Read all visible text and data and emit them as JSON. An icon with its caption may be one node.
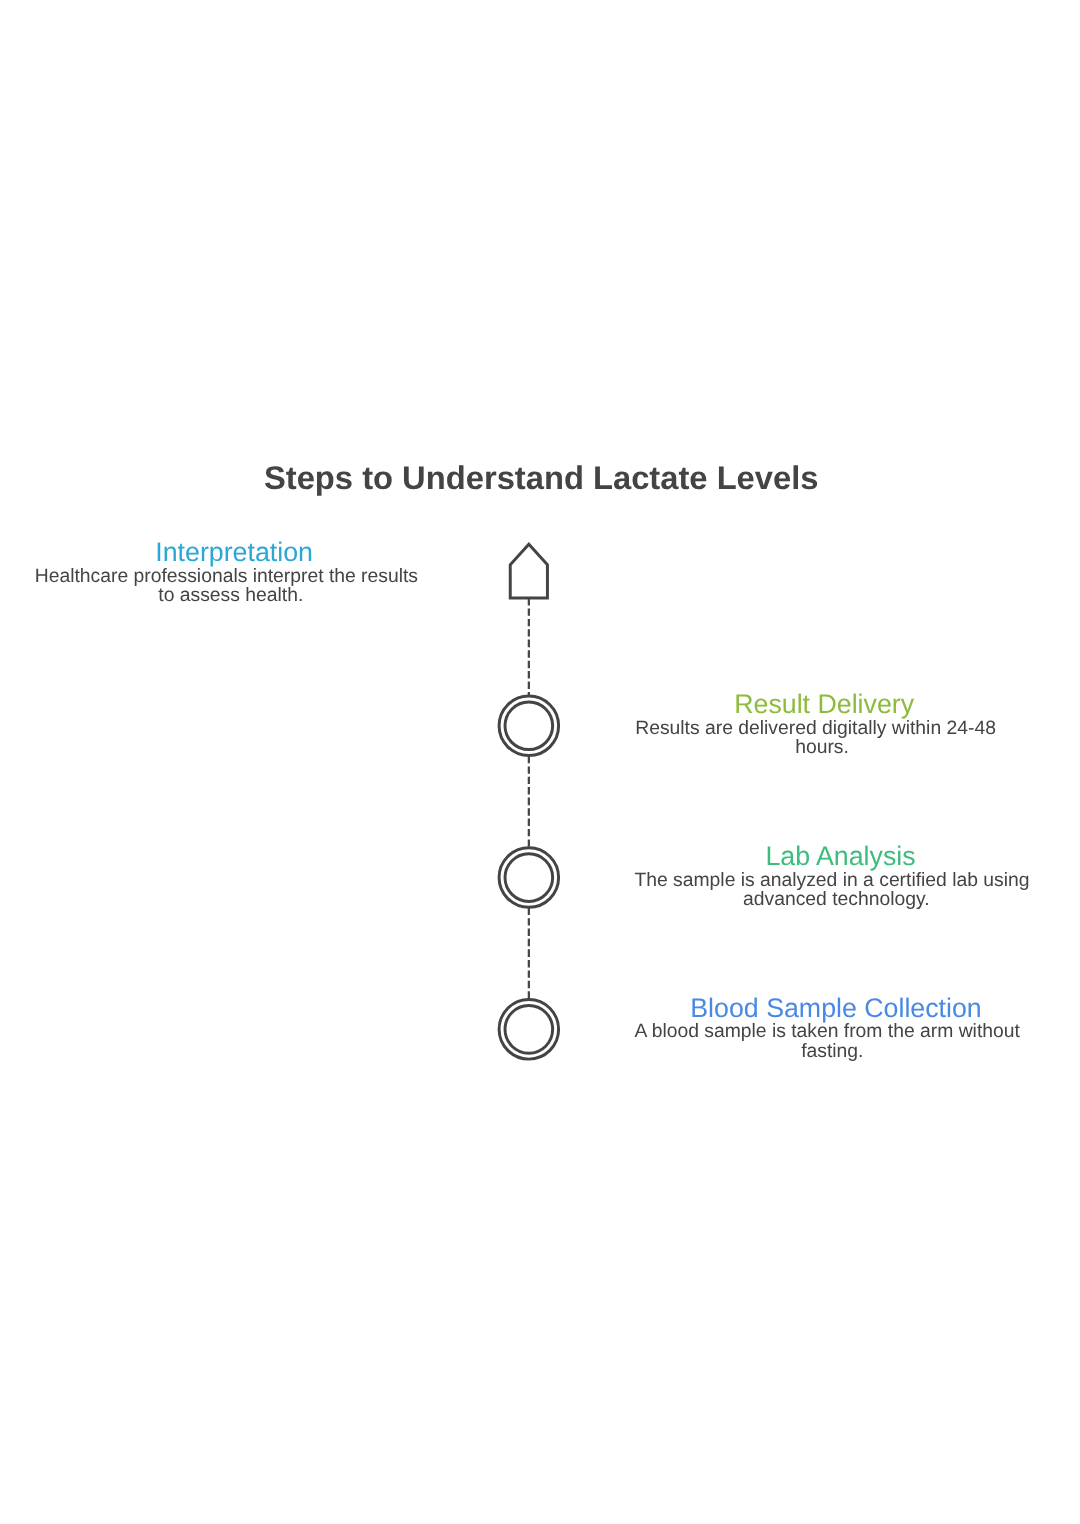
{
  "diagram": {
    "title": "Steps to Understand Lactate Levels",
    "nodes": [
      {
        "text": [
          "Interpretation",
          "Healthcare professionals interpret the results to assess health."
        ]
      },
      {
        "text": [],
        "shape": "rocket"
      },
      {
        "text": [
          "Result Delivery",
          "Results are delivered digitally within 24-48 hours."
        ]
      },
      {
        "text": [],
        "shape": "pin"
      },
      {
        "text": [
          "Lab Analysis",
          "The sample is analyzed in a certified lab using advanced technology."
        ]
      },
      {
        "text": [],
        "shape": "pin"
      },
      {
        "text": [
          "Blood Sample Collection",
          "A blood sample is taken from the arm without fasting."
        ]
      },
      {
        "text": [],
        "shape": "pin"
      }
    ],
    "edges": [
      {
        "from": 1,
        "to": 3,
        "arrow": "none",
        "style": "dashed"
      },
      {
        "from": 3,
        "to": 5,
        "arrow": "none",
        "style": "dashed"
      },
      {
        "from": 5,
        "to": 7,
        "arrow": "none",
        "style": "dashed"
      }
    ]
  }
}
